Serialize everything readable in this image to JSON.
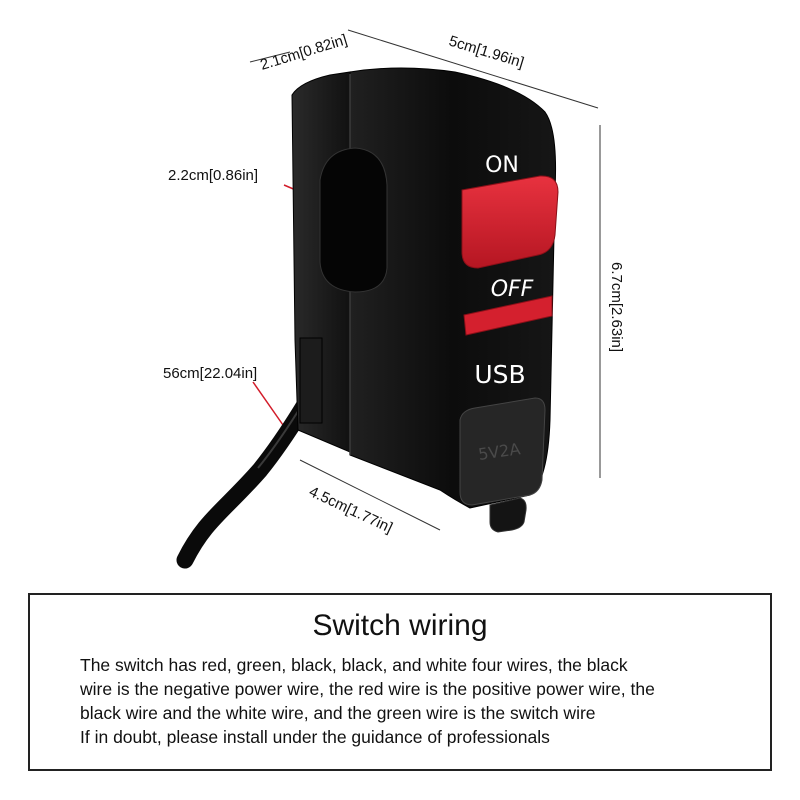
{
  "dimensions": {
    "depth": "2.1cm[0.82in]",
    "width": "5cm[1.96in]",
    "hole_diameter": "2.2cm[0.86in]",
    "cable_length": "56cm[22.04in]",
    "bottom_width": "4.5cm[1.77in]",
    "height": "6.7cm[2.63in]"
  },
  "switch_labels": {
    "on": "ON",
    "off": "OFF",
    "usb": "USB",
    "port_rating": "5V2A"
  },
  "colors": {
    "button_red": "#d4202e",
    "body_black": "#0d0d0d"
  },
  "info": {
    "title": "Switch wiring",
    "lines": [
      "The switch has red, green, black, black, and white four wires, the black",
      "wire is the negative power wire, the red wire is the positive power wire, the",
      "black wire and the white wire, and the green wire is the switch wire",
      "If in doubt, please install under the guidance of professionals"
    ]
  }
}
